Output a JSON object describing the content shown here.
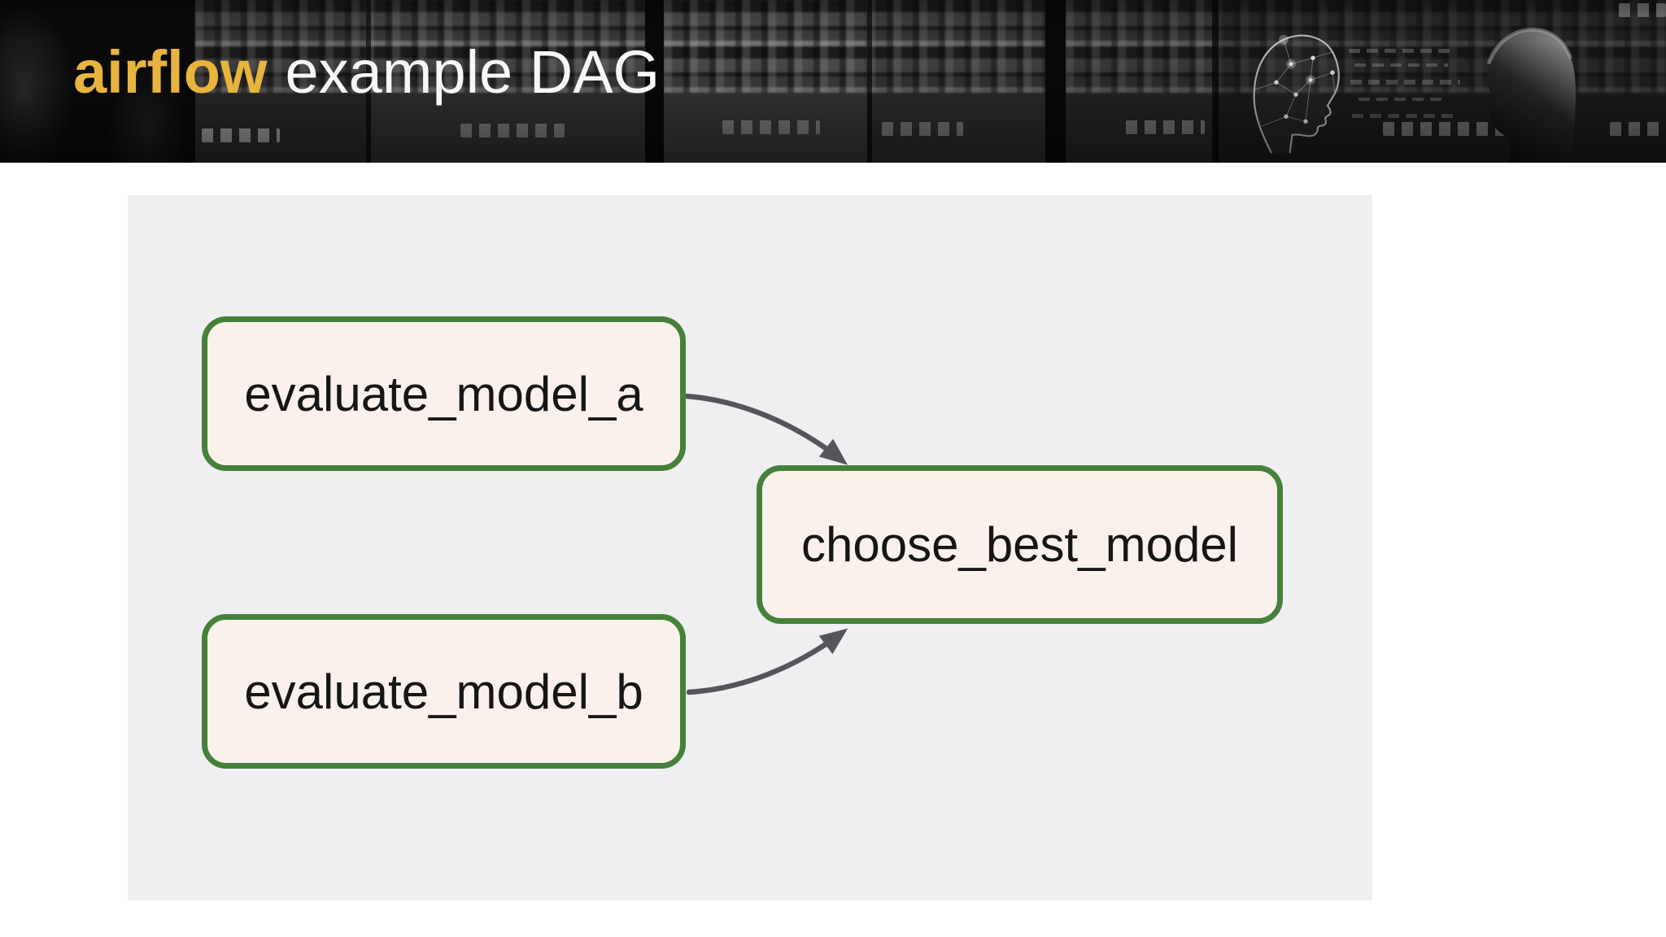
{
  "header": {
    "brand": "airflow",
    "title": "example DAG",
    "decor_left": "vintage-computer-panels-photo",
    "decor_right": "ai-wireframe-head-facing-human-silhouette"
  },
  "colors": {
    "page-bg": "#ffffff",
    "header-bg": "#111111",
    "brand-yellow": "#e7b43e",
    "title-color": "#f7f7f7",
    "canvas-bg": "#efeef0",
    "node-fill": "#faf1ec",
    "node-border": "#45813a",
    "node-text": "#161616",
    "edge": "#56565a"
  },
  "dag": {
    "nodes": [
      {
        "id": "evaluate_model_a",
        "label": "evaluate_model_a"
      },
      {
        "id": "evaluate_model_b",
        "label": "evaluate_model_b"
      },
      {
        "id": "choose_best_model",
        "label": "choose_best_model"
      }
    ],
    "edges": [
      {
        "from": "evaluate_model_a",
        "to": "choose_best_model"
      },
      {
        "from": "evaluate_model_b",
        "to": "choose_best_model"
      }
    ]
  }
}
